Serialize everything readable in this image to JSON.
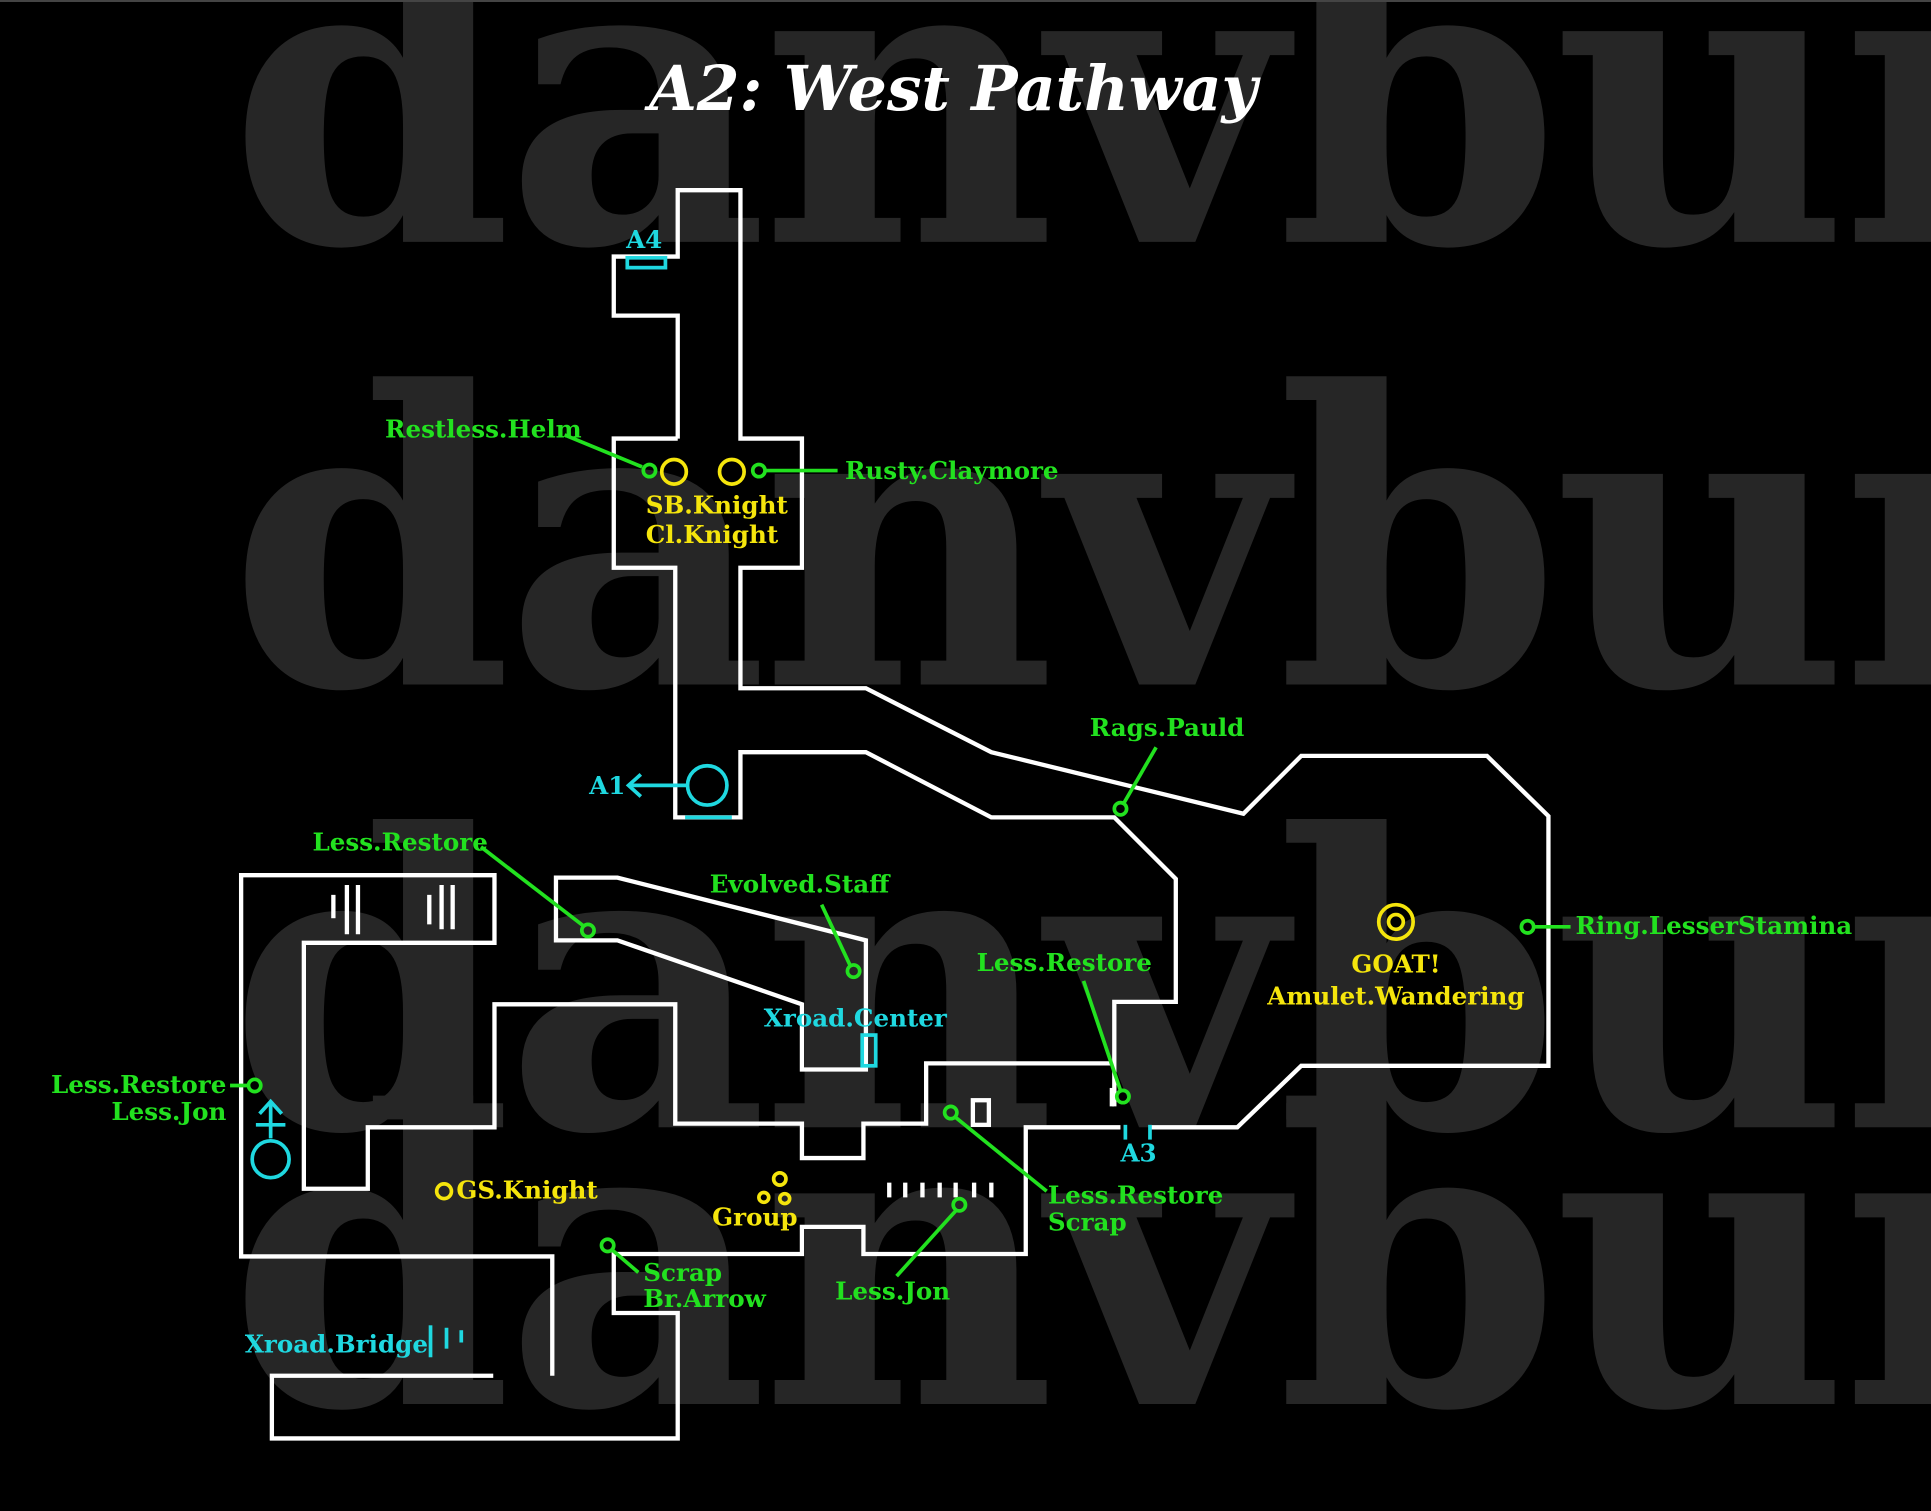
{
  "title": "A2: West Pathway",
  "watermark": "danvbuny",
  "colors": {
    "item": "#22e11f",
    "enemy": "#f5e50c",
    "exit": "#1fd8e0",
    "wall": "#ffffff"
  },
  "exits": {
    "a4": "A4",
    "a1": "A1",
    "a3": "A3",
    "xroad_center": "Xroad.Center",
    "xroad_bridge": "Xroad.Bridge"
  },
  "items": {
    "restless_helm": "Restless.Helm",
    "rusty_claymore": "Rusty.Claymore",
    "rags_pauld": "Rags.Pauld",
    "less_restore_1": "Less.Restore",
    "evolved_staff": "Evolved.Staff",
    "less_restore_2": "Less.Restore",
    "ring": "Ring.LesserStamina",
    "less_restore_jon": [
      "Less.Restore",
      "Less.Jon"
    ],
    "less_restore_scrap": [
      "Less.Restore",
      "Scrap"
    ],
    "scrap_arrow": [
      "Scrap",
      "Br.Arrow"
    ],
    "less_jon": "Less.Jon"
  },
  "enemies": {
    "knights": [
      "SB.Knight",
      "Cl.Knight"
    ],
    "goat": [
      "GOAT!",
      "Amulet.Wandering"
    ],
    "gs_knight": "GS.Knight",
    "group": "Group"
  }
}
